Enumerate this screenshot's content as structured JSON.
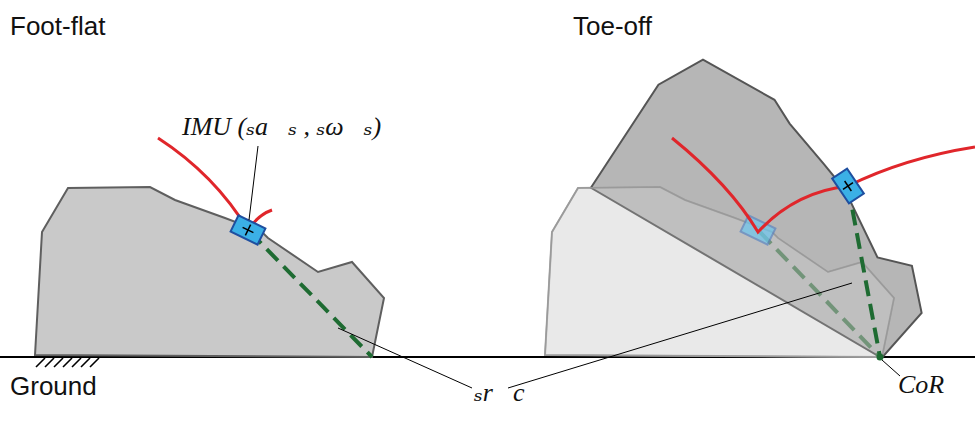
{
  "diagram": {
    "labels": [
      "Foot-flat",
      "Toe-off",
      "IMU (ₛa⃗ₛ , ₛω⃗ₛ)",
      "Ground",
      "ₛr⃗c",
      "CoR"
    ]
  }
}
